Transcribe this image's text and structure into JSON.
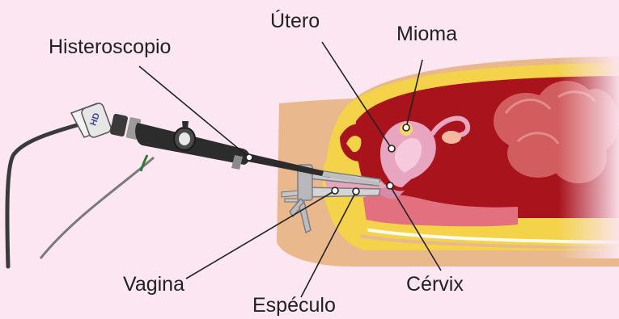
{
  "labels": {
    "histeroscopio": "Histeroscopio",
    "utero": "Útero",
    "mioma": "Mioma",
    "vagina": "Vagina",
    "especulo": "Espéculo",
    "cervix": "Cérvix"
  },
  "device_text": "HD",
  "colors": {
    "background": "#fbe6f1",
    "skin": "#e9b98d",
    "fat": "#f4d24a",
    "muscle": "#a8131c",
    "uterus": "#e8a5c0",
    "fibroid": "#f6d667",
    "scope_body": "#2c2c2c",
    "leader_line": "#222222"
  }
}
